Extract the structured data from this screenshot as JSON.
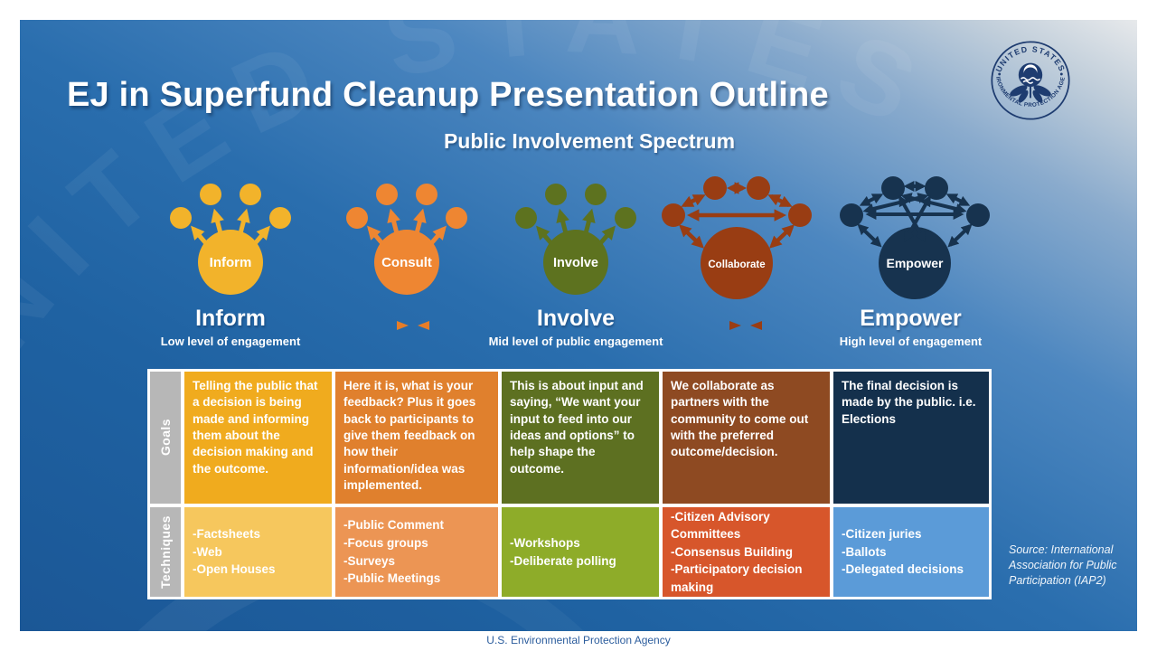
{
  "slide": {
    "title": "EJ in Superfund Cleanup Presentation Outline",
    "subtitle": "Public Involvement Spectrum",
    "watermark_text": "UNITED STATES",
    "source_note": "Source: International Association for Public Participation (IAP2)",
    "footer": "U.S. Environmental Protection Agency"
  },
  "logo": {
    "top_text": "UNITED STATES",
    "bottom_text": "ENVIRONMENTAL PROTECTION AGENCY"
  },
  "spectrum_nodes": [
    {
      "label": "Inform",
      "color": "#f2b32b"
    },
    {
      "label": "Consult",
      "color": "#ee8632"
    },
    {
      "label": "Involve",
      "color": "#5d721f"
    },
    {
      "label": "Collaborate",
      "color": "#993d13"
    },
    {
      "label": "Empower",
      "color": "#17334f"
    }
  ],
  "levels": [
    {
      "label": "Inform",
      "description": "Low level of engagement"
    },
    {
      "label": "Involve",
      "description": "Mid level of public engagement"
    },
    {
      "label": "Empower",
      "description": "High level of engagement"
    }
  ],
  "table": {
    "header_bg": "#b7b7b7",
    "row_headers": [
      "Goals",
      "Techniques"
    ],
    "goals_row": {
      "colors": [
        "#f0ab1e",
        "#e0802d",
        "#5d7021",
        "#8e4a22",
        "#14304c"
      ],
      "cells": [
        "Telling the public that a decision is being made and informing them about the decision making and the outcome.",
        "Here it is, what is your feedback? Plus it goes back to participants to give them feedback on how their information/idea was implemented.",
        "This is about input and saying, “We want your input to feed into our ideas and options” to help shape the outcome.",
        "We collaborate as partners with the community to come out with the preferred outcome/decision.",
        "The final decision is made by the public. i.e. Elections"
      ]
    },
    "techniques_row": {
      "colors": [
        "#f6c75d",
        "#ec9554",
        "#8eac29",
        "#d7562b",
        "#5b9bd8"
      ],
      "cells": [
        "-Factsheets\n-Web\n-Open Houses",
        "-Public Comment\n-Focus groups\n-Surveys\n-Public Meetings",
        "-Workshops\n-Deliberate polling",
        "-Citizen Advisory Committees\n-Consensus Building\n-Participatory decision making",
        "-Citizen juries\n-Ballots\n-Delegated decisions"
      ]
    }
  }
}
